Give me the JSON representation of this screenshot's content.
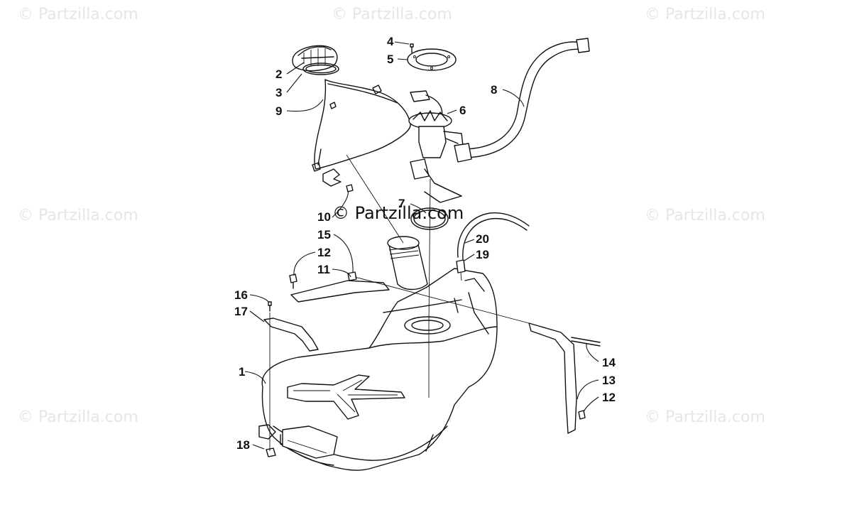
{
  "watermark": "© Partzilla.com",
  "center_watermark": "© Partzilla.com",
  "callouts": {
    "c1": "1",
    "c2": "2",
    "c3": "3",
    "c4": "4",
    "c5": "5",
    "c6": "6",
    "c7": "7",
    "c8": "8",
    "c9": "9",
    "c10": "10",
    "c11": "11",
    "c12a": "12",
    "c12b": "12",
    "c13": "13",
    "c14": "14",
    "c15": "15",
    "c16": "16",
    "c17": "17",
    "c18": "18",
    "c19": "19",
    "c20": "20"
  }
}
